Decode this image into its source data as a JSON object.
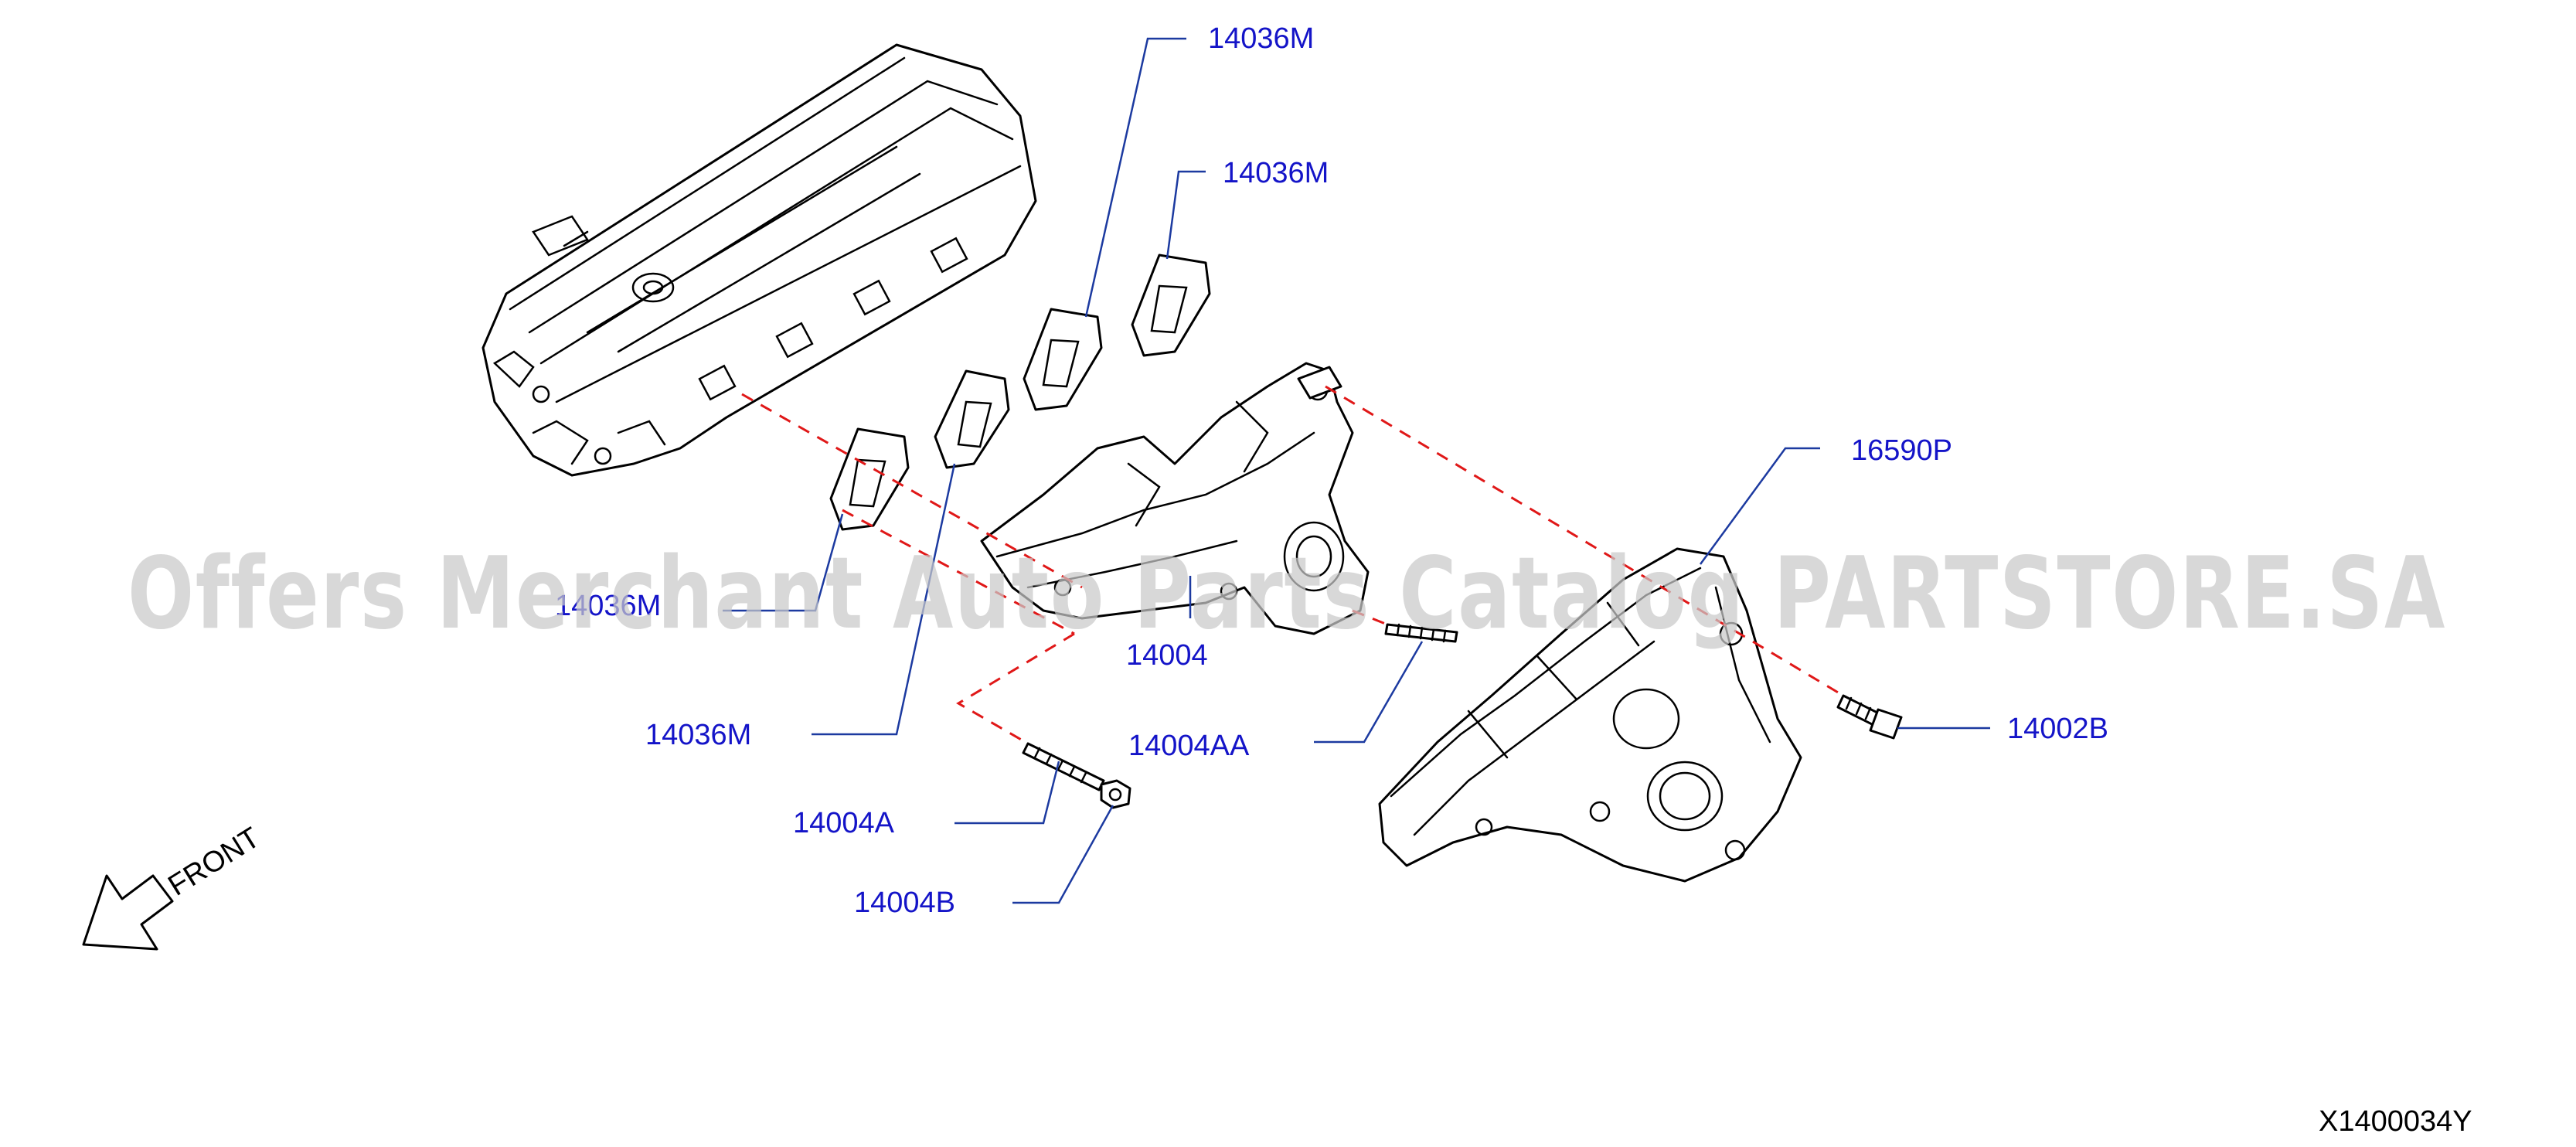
{
  "watermark": "Offers Merchant Auto Parts Catalog PARTSTORE.SA",
  "drawing_id": "X1400034Y",
  "front_label": "FRONT",
  "labels": {
    "gasket_top_1": "14036M",
    "gasket_top_2": "14036M",
    "gasket_left": "14036M",
    "gasket_lower": "14036M",
    "manifold": "14004",
    "heat_insulator": "16590P",
    "stud_small": "14004AA",
    "bolt": "14002B",
    "stud": "14004A",
    "nut": "14004B"
  }
}
